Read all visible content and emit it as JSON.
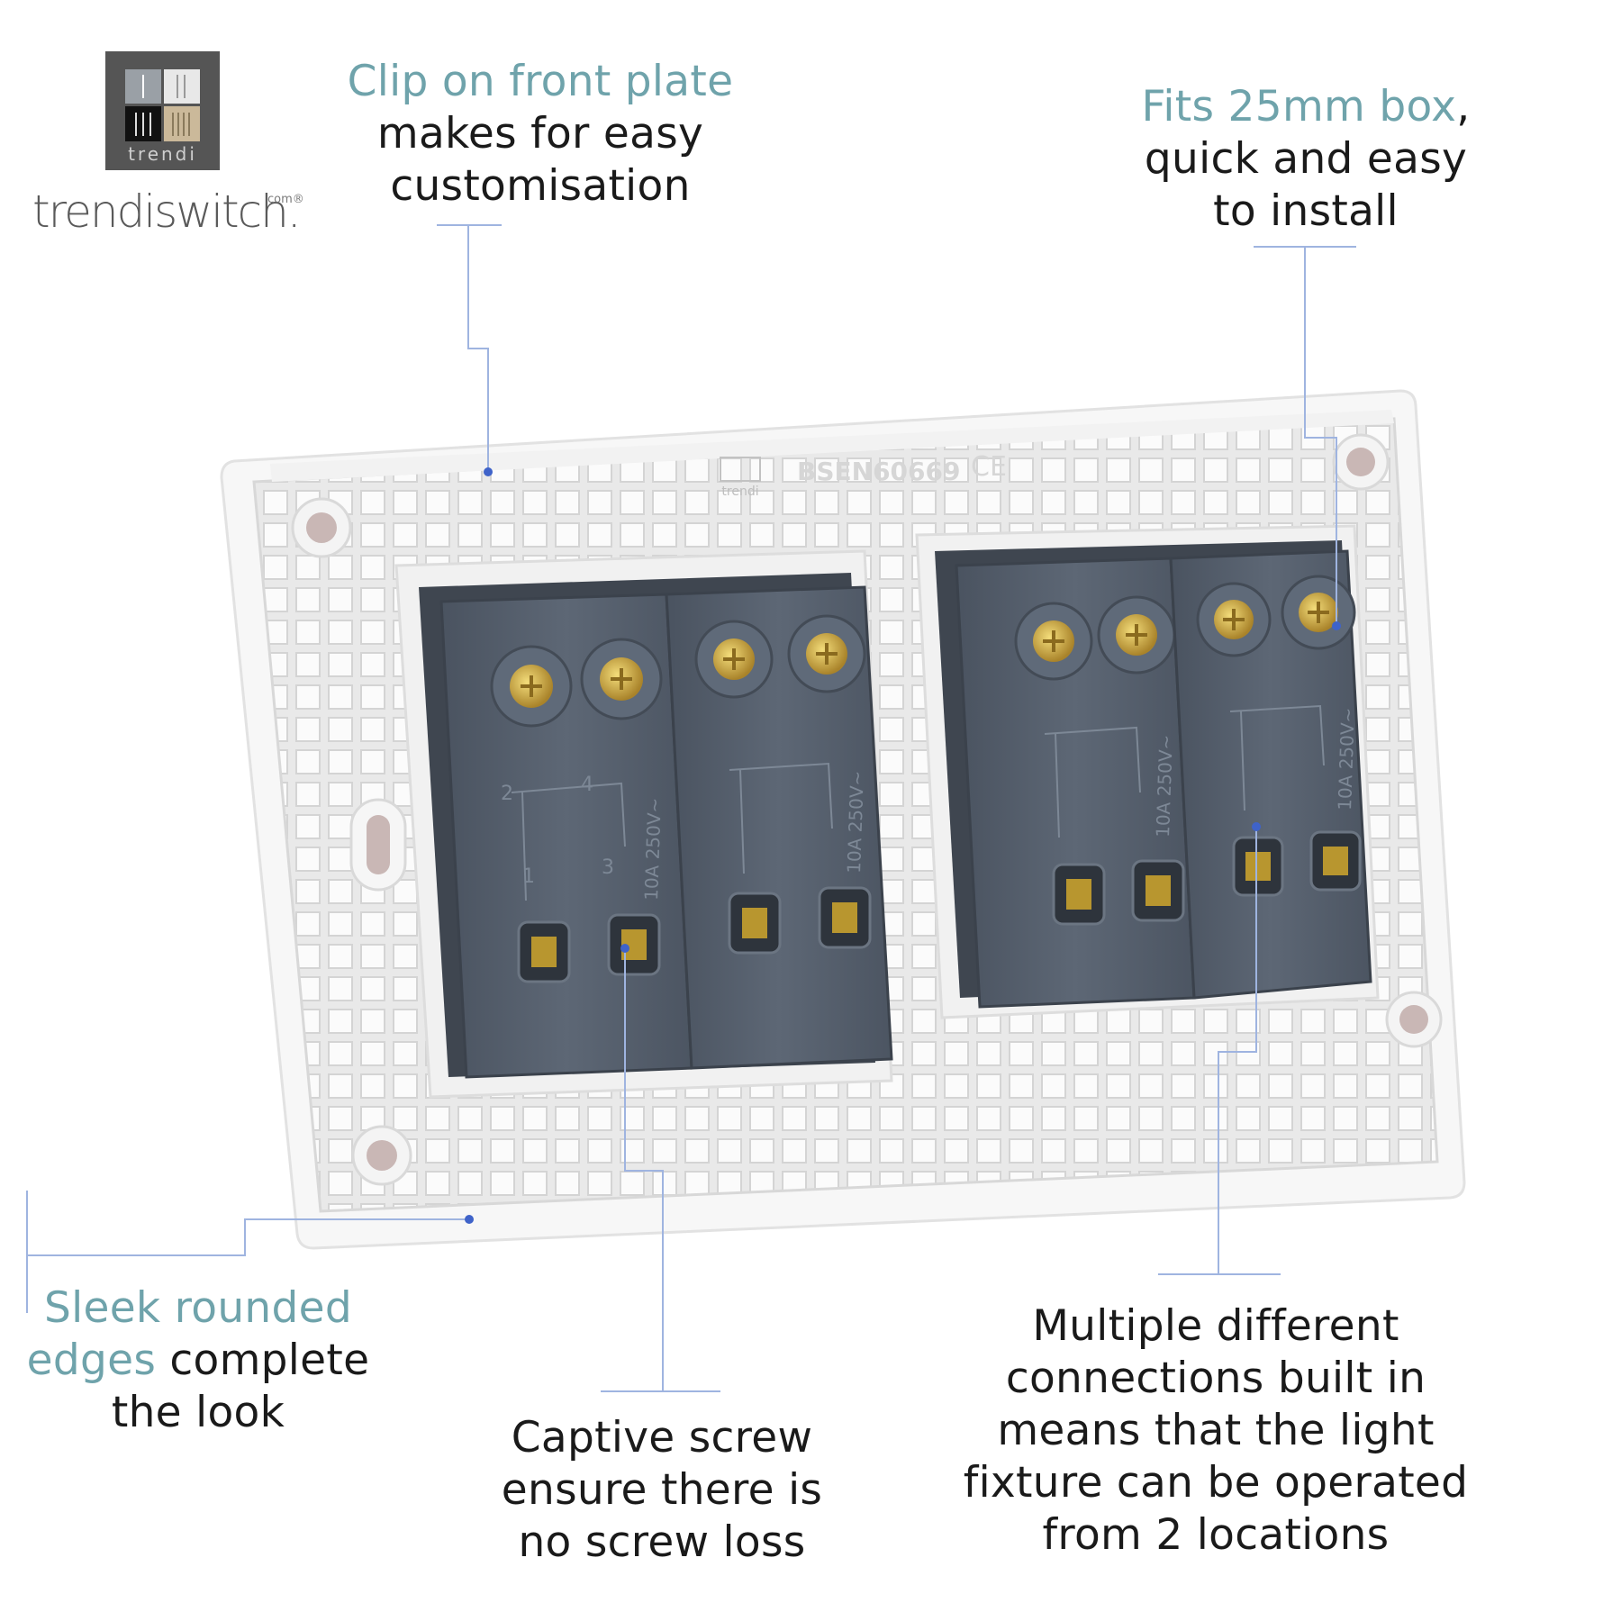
{
  "brand": {
    "logo_word": "trendi",
    "wordmark": "trendiswitch",
    "wordmark_dot": ".",
    "registered": "com®"
  },
  "product": {
    "mould_logo": "trendi",
    "standard_mark": "BSEN60669",
    "ce_mark": "CE",
    "module_rating": "10A 250V~",
    "terminal_numbers": [
      "2",
      "4",
      "1",
      "3"
    ]
  },
  "callouts": {
    "clip": {
      "accent": "Clip on front plate",
      "line2": "makes for easy",
      "line3": "customisation"
    },
    "box": {
      "accent": "Fits 25mm box",
      "comma": ",",
      "line2": "quick and easy",
      "line3": "to install"
    },
    "edges": {
      "accent1": "Sleek rounded",
      "accent2": "edges",
      "rest2": " complete",
      "line3": "the look"
    },
    "screw": {
      "line1": "Captive screw",
      "line2": "ensure there is",
      "line3": "no screw loss"
    },
    "connections": {
      "line1": "Multiple different",
      "line2": "connections built in",
      "line3": "means that the light",
      "line4": "fixture can be operated",
      "line5": "from 2 locations"
    }
  },
  "colors": {
    "accent_text": "#6fa3ab",
    "leader_line": "#9fb4e0",
    "leader_dot": "#3f63c9",
    "plate_white": "#f6f6f6",
    "module_grey": "#56606d",
    "brass": "#c9a43a"
  }
}
